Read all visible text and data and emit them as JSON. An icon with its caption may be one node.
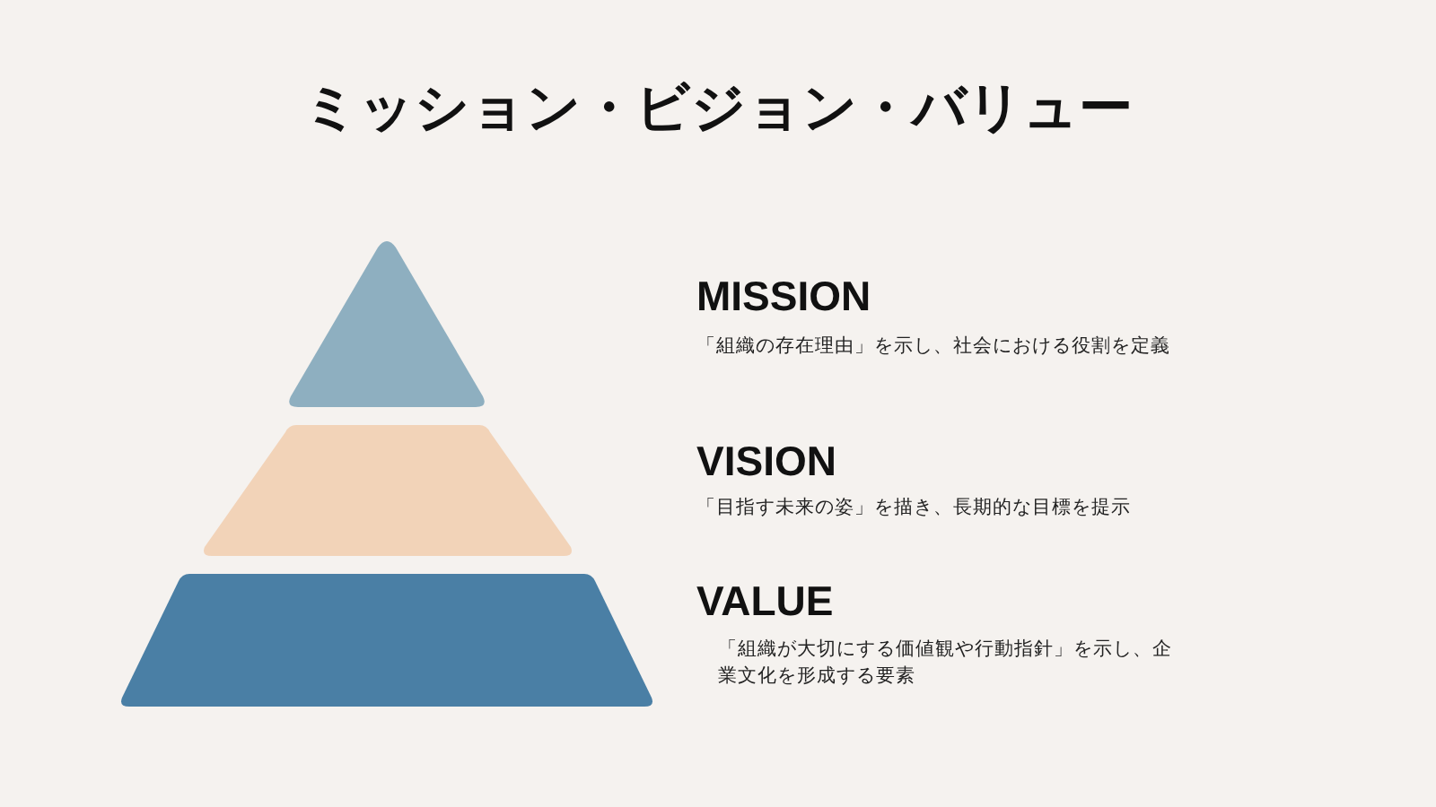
{
  "diagram": {
    "title": "ミッション・ビジョン・バリュー",
    "nodes": [
      {
        "text": [],
        "shape": "triangle",
        "beside": [
          "MISSION",
          "「組織の存在理由」を示し、社会における役割を定義"
        ]
      },
      {
        "text": [],
        "shape": "trapezoid",
        "beside": [
          "VISION",
          "「目指す未来の姿」を描き、長期的な目標を提示"
        ]
      },
      {
        "text": [],
        "shape": "trapezoid",
        "beside": [
          "VALUE",
          "「組織が大切にする価値観や行動指針」を示し、企業文化を形成する要素"
        ]
      }
    ],
    "edges": []
  }
}
